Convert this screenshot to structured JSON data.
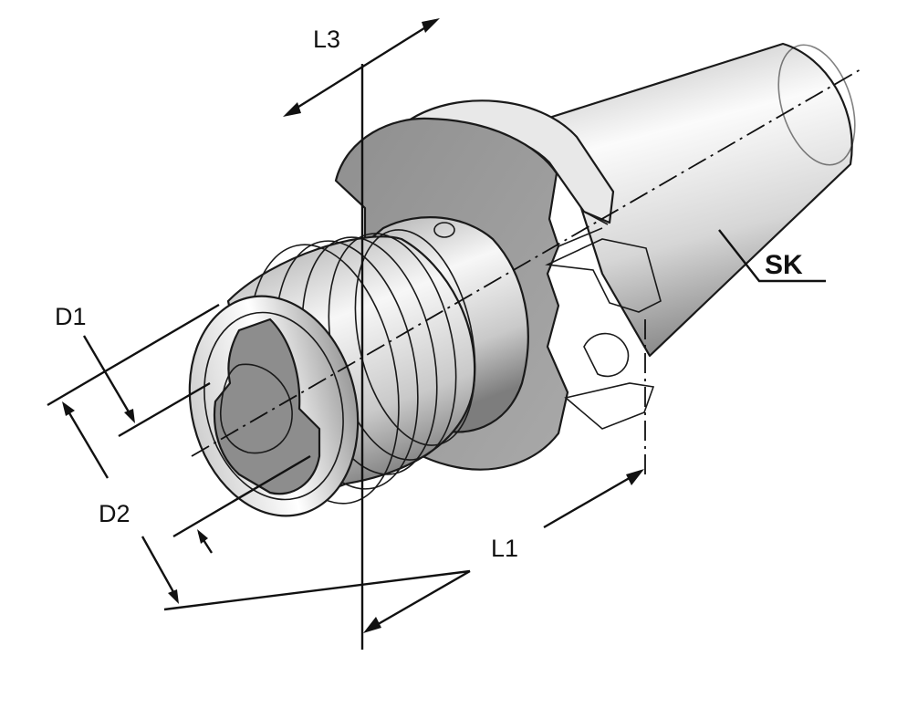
{
  "labels": {
    "l3": "L3",
    "sk": "SK",
    "d1": "D1",
    "d2": "D2",
    "l1": "L1"
  },
  "colors": {
    "metal_light": "#f4f4f4",
    "metal_mid": "#bdbdbd",
    "metal_dark": "#7a7a7a",
    "flange": "#9c9c9c",
    "bore": "#8a8a8a",
    "line": "#111111"
  }
}
